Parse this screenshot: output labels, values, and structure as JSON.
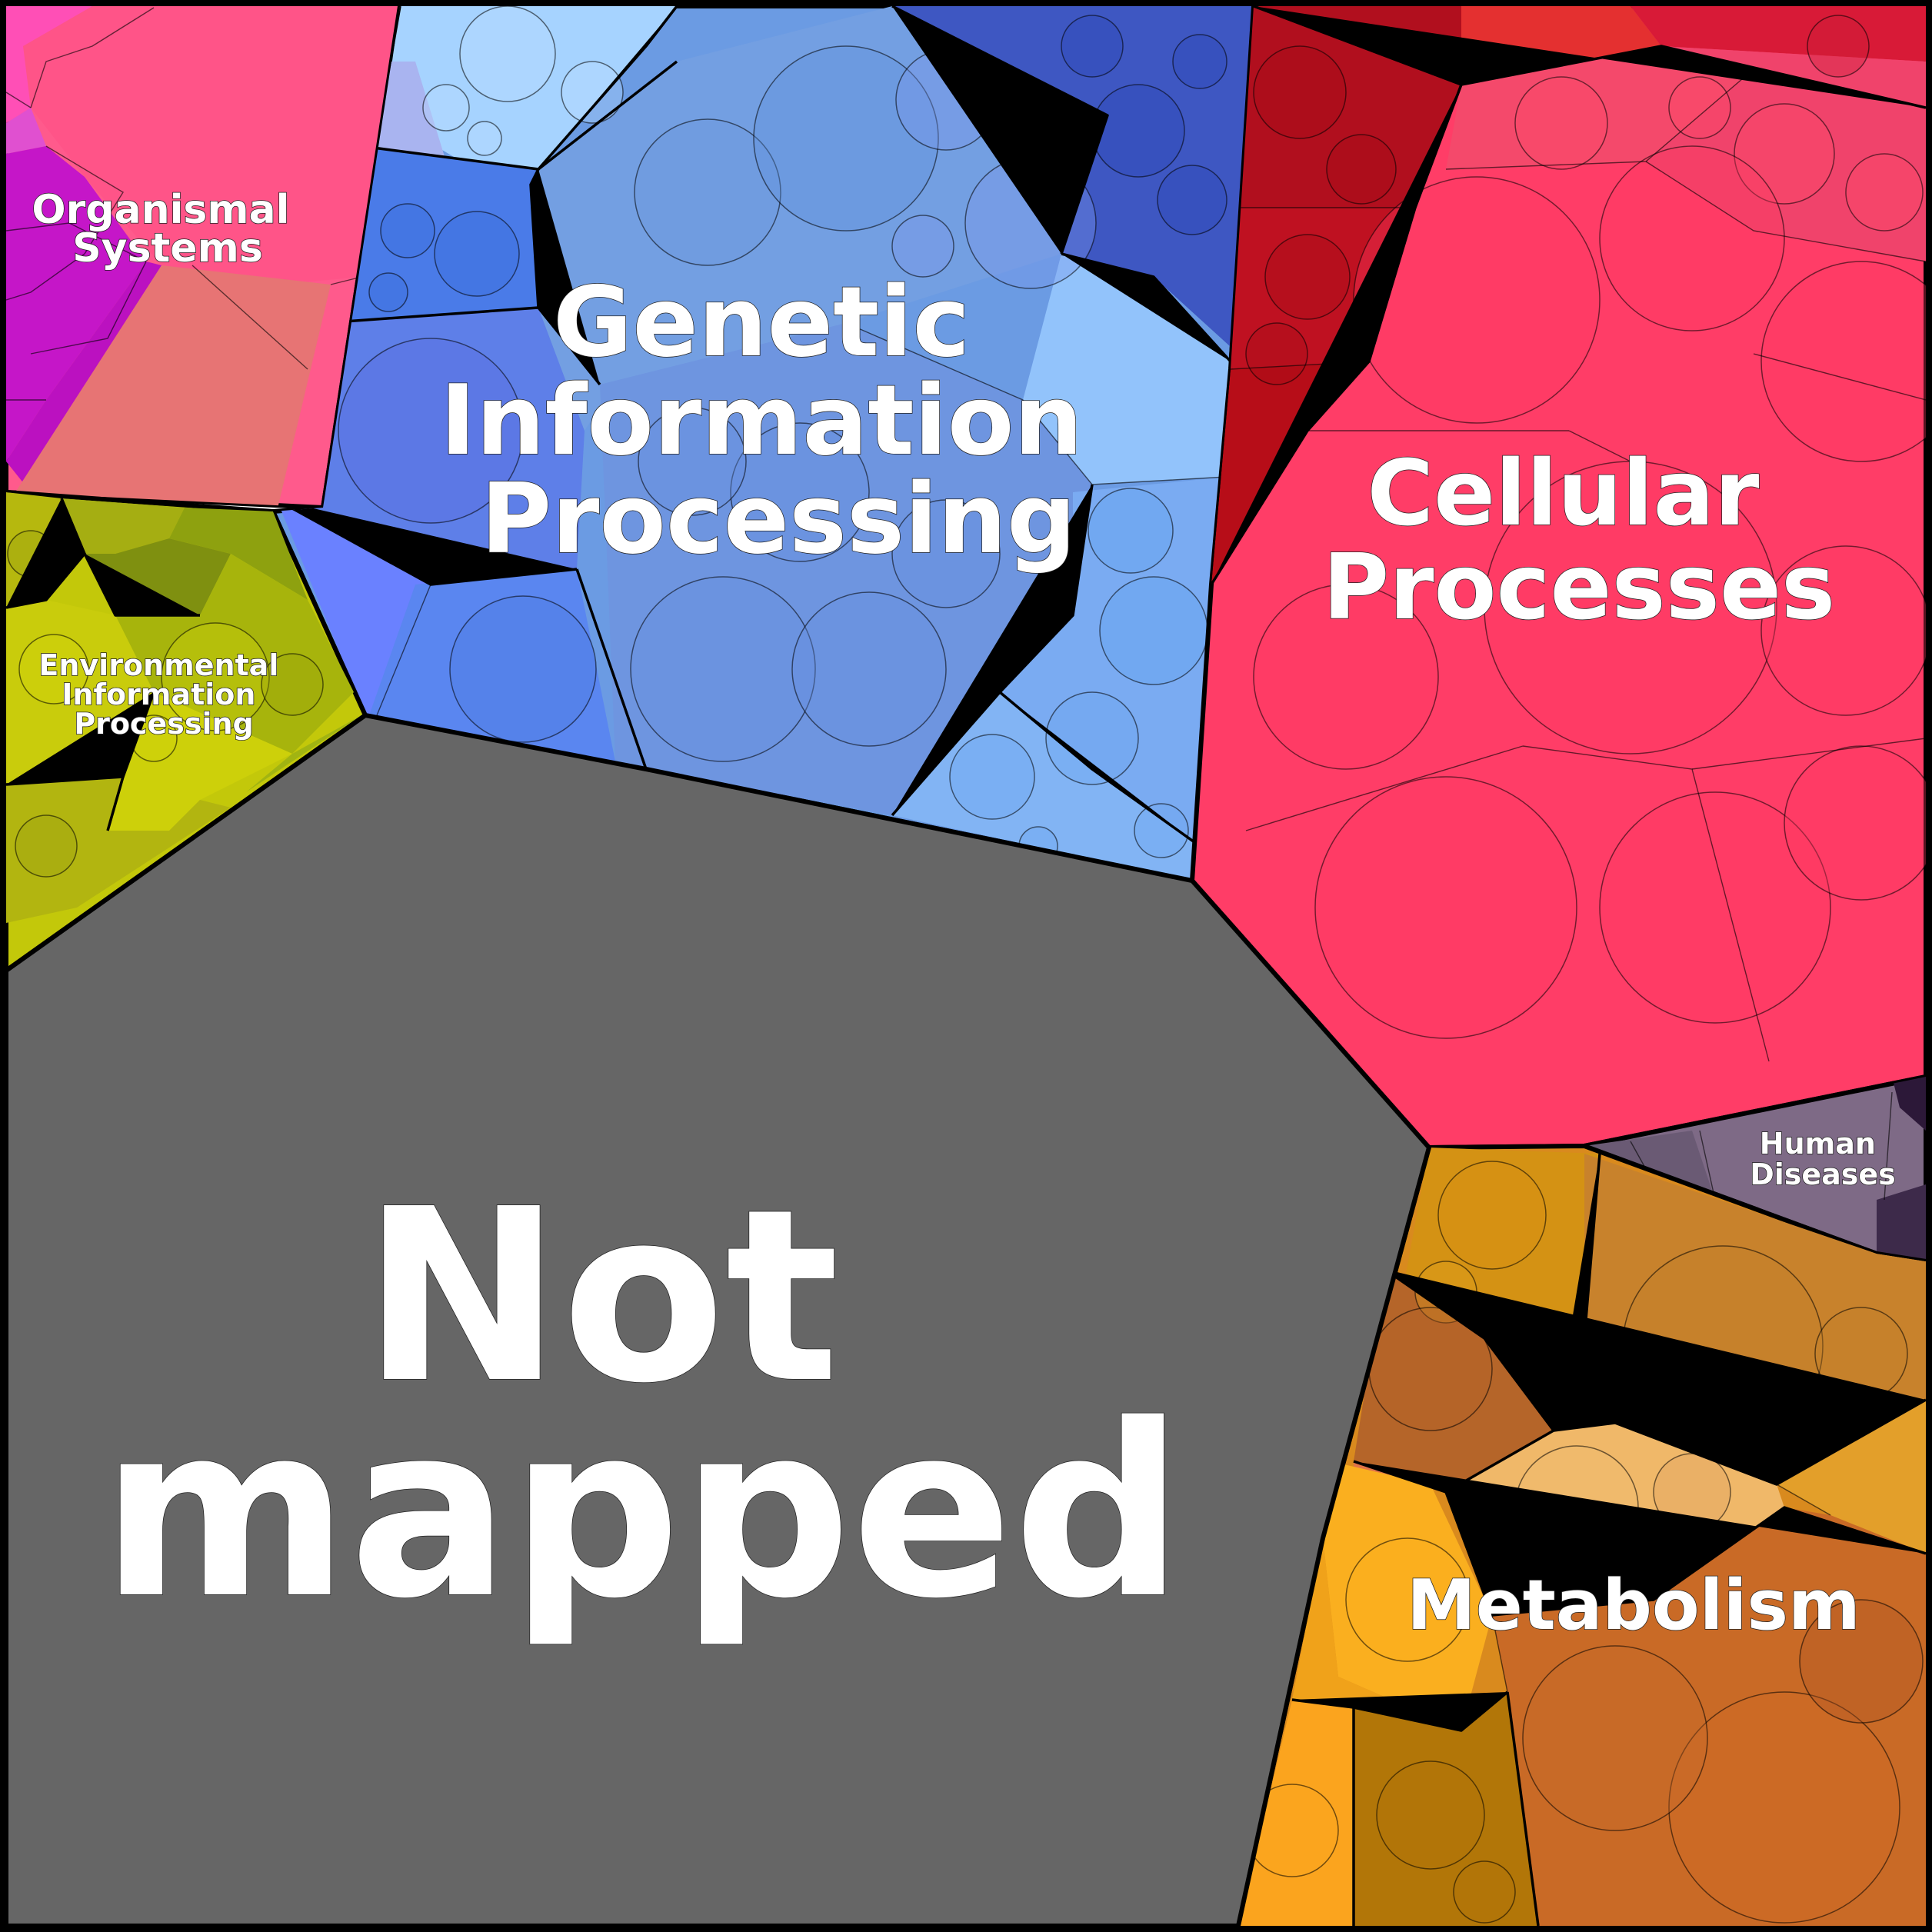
{
  "categories": [
    {
      "id": "organismal",
      "label_lines": [
        "Organismal",
        "Systems"
      ],
      "color": "#ff5a8c"
    },
    {
      "id": "genetic",
      "label_lines": [
        "Genetic",
        "Information",
        "Processing"
      ],
      "color": "#6a9be6"
    },
    {
      "id": "cellular",
      "label_lines": [
        "Cellular",
        "Processes"
      ],
      "color": "#ff3d66"
    },
    {
      "id": "environmental",
      "label_lines": [
        "Environmental",
        "Information",
        "Processing"
      ],
      "color": "#bcc10a"
    },
    {
      "id": "not_mapped",
      "label_lines": [
        "Not",
        "mapped"
      ],
      "color": "#666666"
    },
    {
      "id": "human_diseases",
      "label_lines": [
        "Human",
        "Diseases"
      ],
      "color": "#7e6b87"
    },
    {
      "id": "metabolism",
      "label_lines": [
        "Metabolism"
      ],
      "color": "#d98a1e"
    }
  ]
}
